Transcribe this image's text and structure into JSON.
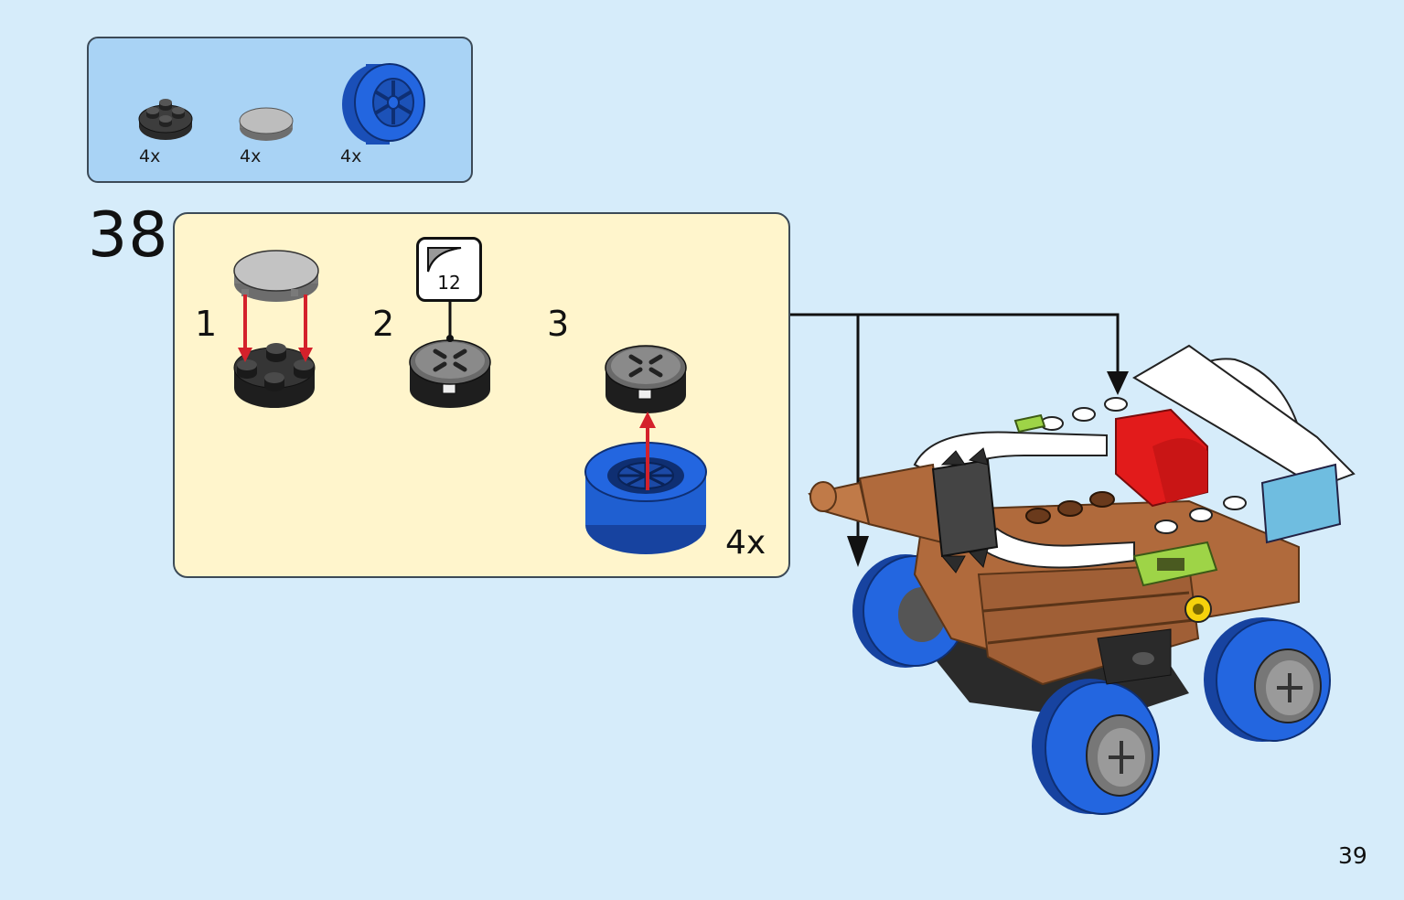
{
  "parts_list": {
    "items": [
      {
        "name": "black-round-plate-2x2",
        "quantity": "4x"
      },
      {
        "name": "gray-round-tile-2x2",
        "quantity": "4x"
      },
      {
        "name": "blue-wheel",
        "quantity": "4x"
      }
    ]
  },
  "step": {
    "number": "38",
    "substeps": [
      {
        "label": "1"
      },
      {
        "label": "2"
      },
      {
        "label": "3"
      }
    ],
    "sticker_number": "12",
    "multiplier": "4x"
  },
  "page_number": "39",
  "colors": {
    "background": "#d6ecfa",
    "parts_panel": "#a9d3f5",
    "step_panel": "#fff5cc",
    "arrow_red": "#d4212b",
    "wheel_blue": "#1f5fd1",
    "brick_brown": "#b06a3c",
    "brick_red": "#e21b1b",
    "brick_lime": "#9ed447"
  }
}
